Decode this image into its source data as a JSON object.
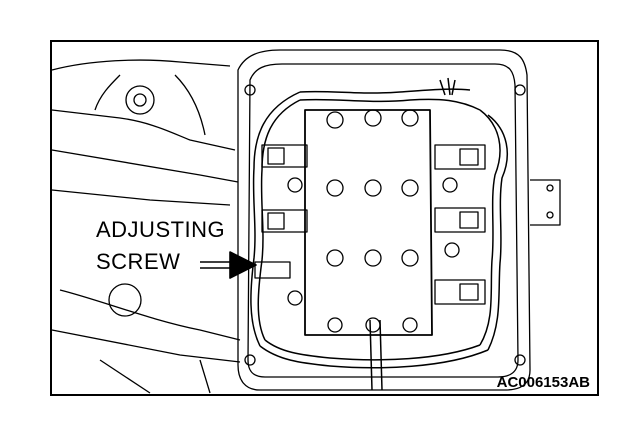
{
  "callout": {
    "line1": "ADJUSTING",
    "line2": "SCREW"
  },
  "figure_id": "AC006153AB",
  "colors": {
    "ink": "#000000",
    "paper": "#ffffff"
  }
}
